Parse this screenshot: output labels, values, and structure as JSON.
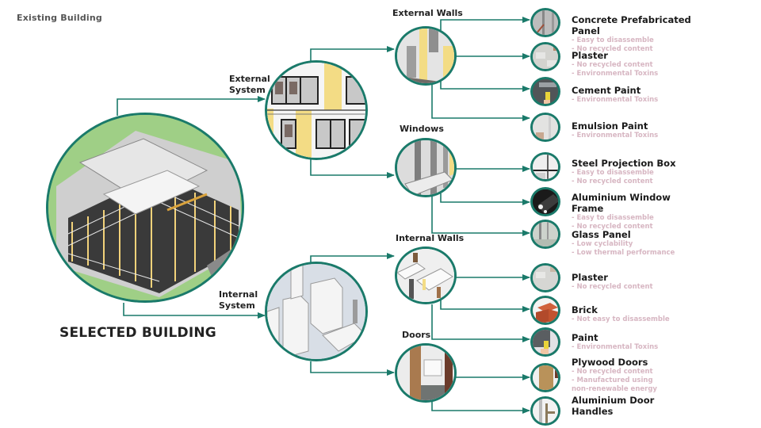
{
  "page_title": "Existing Building",
  "selected_building_label": "SELECTED BUILDING",
  "colors": {
    "connector": "#1a7a6a",
    "note_text": "#d7b6c2",
    "ground_green": "#8fc47a",
    "accent_yellow": "#f3dc85"
  },
  "systems": [
    {
      "label_line1": "External",
      "label_line2": "System"
    },
    {
      "label_line1": "Internal",
      "label_line2": "System"
    }
  ],
  "components": [
    {
      "label": "External Walls"
    },
    {
      "label": "Windows"
    },
    {
      "label": "Internal Walls"
    },
    {
      "label": "Doors"
    }
  ],
  "materials": [
    {
      "name_line1": "Concrete Prefabricated",
      "name_line2": "Panel",
      "notes": [
        "- Easy to disassemble",
        "- No recycled content"
      ],
      "icon": "concrete-panel-icon"
    },
    {
      "name_line1": "Plaster",
      "notes": [
        "- No recycled content",
        "- Environmental Toxins"
      ],
      "icon": "plaster-icon"
    },
    {
      "name_line1": "Cement Paint",
      "notes": [
        "- Environmental Toxins"
      ],
      "icon": "paint-roller-icon"
    },
    {
      "name_line1": "Emulsion Paint",
      "notes": [
        "- Environmental Toxins"
      ],
      "icon": "emulsion-paint-icon"
    },
    {
      "name_line1": "Steel Projection Box",
      "notes": [
        "- Easy to disassemble",
        "- No recycled content"
      ],
      "icon": "steel-box-icon"
    },
    {
      "name_line1": "Aluminium Window",
      "name_line2": "Frame",
      "notes": [
        "- Easy to disassemble",
        "- No recycled content"
      ],
      "icon": "aluminium-frame-icon"
    },
    {
      "name_line1": "Glass Panel",
      "notes": [
        "- Low cyclability",
        "- Low thermal performance"
      ],
      "icon": "glass-panel-icon"
    },
    {
      "name_line1": "Plaster",
      "notes": [
        "- No recycled content"
      ],
      "icon": "plaster-icon"
    },
    {
      "name_line1": "Brick",
      "notes": [
        "- Not easy to disassemble"
      ],
      "icon": "brick-icon"
    },
    {
      "name_line1": "Paint",
      "notes": [
        "- Environmental Toxins"
      ],
      "icon": "paint-roller-icon"
    },
    {
      "name_line1": "Plywood Doors",
      "notes": [
        "- No recycled content",
        "- Manufactured using",
        "non-renewable energy"
      ],
      "icon": "plywood-door-icon"
    },
    {
      "name_line1": "Aluminium Door",
      "name_line2": "Handles",
      "notes": [],
      "icon": "door-handle-icon"
    }
  ]
}
